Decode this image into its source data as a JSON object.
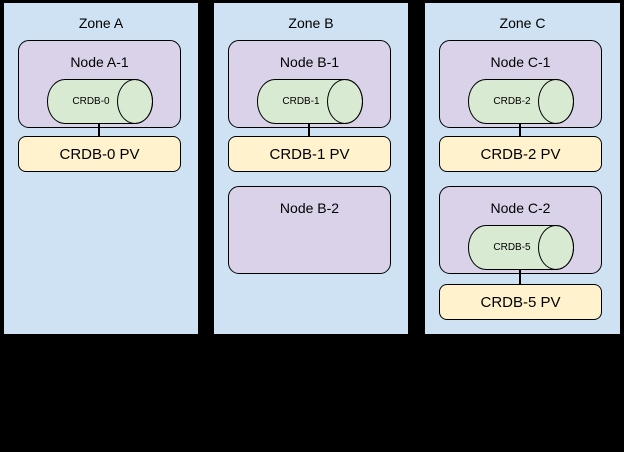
{
  "colors": {
    "background": "#000000",
    "zone_fill": "#cfe2f3",
    "node_fill": "#d9d2e9",
    "cylinder_fill": "#d9ead3",
    "pv_fill": "#fff2cc",
    "border": "#000000"
  },
  "zones": [
    {
      "title": "Zone A",
      "nodes": [
        {
          "title": "Node A-1",
          "cylinder": "CRDB-0",
          "pv": "CRDB-0 PV"
        }
      ]
    },
    {
      "title": "Zone B",
      "nodes": [
        {
          "title": "Node B-1",
          "cylinder": "CRDB-1",
          "pv": "CRDB-1 PV"
        },
        {
          "title": "Node B-2"
        }
      ]
    },
    {
      "title": "Zone C",
      "nodes": [
        {
          "title": "Node C-1",
          "cylinder": "CRDB-2",
          "pv": "CRDB-2 PV"
        },
        {
          "title": "Node C-2",
          "cylinder": "CRDB-5",
          "pv": "CRDB-5 PV"
        }
      ]
    }
  ]
}
